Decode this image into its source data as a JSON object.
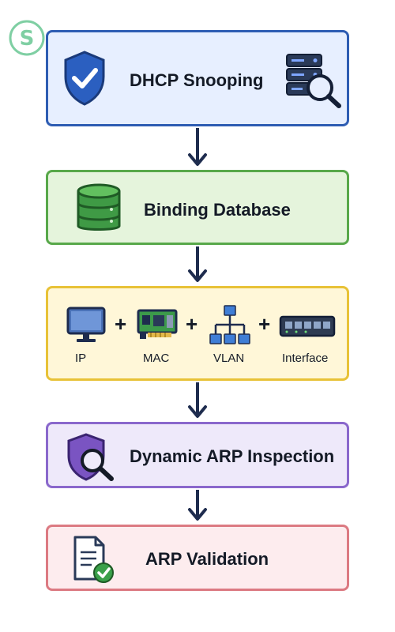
{
  "steps": [
    {
      "label": "DHCP Snooping",
      "icons": [
        "shield-check-icon",
        "server-search-icon"
      ],
      "color": "#2e5db3"
    },
    {
      "label": "Binding Database",
      "icons": [
        "database-icon"
      ],
      "color": "#58a84a"
    },
    {
      "label": "",
      "color": "#e8c237",
      "items": [
        {
          "label": "IP",
          "icon": "monitor-icon"
        },
        {
          "label": "MAC",
          "icon": "network-card-icon"
        },
        {
          "label": "VLAN",
          "icon": "hierarchy-icon"
        },
        {
          "label": "Interface",
          "icon": "switch-icon"
        }
      ],
      "separator": "+"
    },
    {
      "label": "Dynamic ARP Inspection",
      "icons": [
        "shield-search-icon"
      ],
      "color": "#8a68cc"
    },
    {
      "label": "ARP Validation",
      "icons": [
        "document-check-icon"
      ],
      "color": "#dc7a82"
    }
  ],
  "arrow_color": "#1e2c4e",
  "logo_icon": "logo-icon"
}
